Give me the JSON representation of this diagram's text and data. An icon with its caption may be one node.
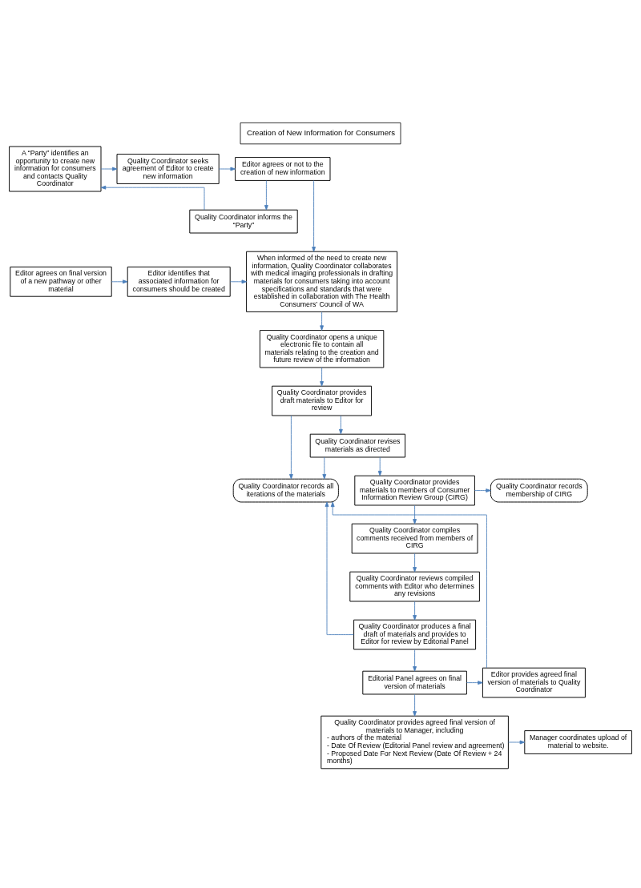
{
  "diagram": {
    "title": "Creation of New Information for Consumers",
    "nodes": [
      {
        "text": [
          "A “Party” identifies an opportunity to create new information for consumers and contacts Quality Coordinator"
        ]
      },
      {
        "text": [
          "Quality Coordinator seeks agreement of Editor to create new information"
        ]
      },
      {
        "text": [
          "Editor agrees or not to the creation of new information"
        ]
      },
      {
        "text": [
          "Quality Coordinator informs the “Party”"
        ]
      },
      {
        "text": [
          "When informed of the need to create new information, Quality Coordinator collaborates with medical imaging professionals in drafting materials for consumers taking into account specifications and standards that were established in collaboration with The Health Consumers’ Council of WA"
        ]
      },
      {
        "text": [
          "Editor agrees on final version of a new pathway or other material"
        ]
      },
      {
        "text": [
          "Editor identifies that associated information for consumers should be created"
        ]
      },
      {
        "text": [
          "Quality Coordinator opens a unique electronic file to contain all materials relating to the creation and future review of the information"
        ]
      },
      {
        "text": [
          "Quality Coordinator provides draft materials to Editor for review"
        ]
      },
      {
        "text": [
          "Quality Coordinator revises materials as directed"
        ]
      },
      {
        "text": [
          "Quality Coordinator records all iterations of the materials"
        ]
      },
      {
        "text": [
          "Quality Coordinator records membership of CIRG"
        ]
      },
      {
        "text": [
          "Quality Coordinator provides materials to members of Consumer Information Review Group (CIRG)"
        ]
      },
      {
        "text": [
          "Quality Coordinator compiles comments received from members of CIRG"
        ]
      },
      {
        "text": [
          "Quality Coordinator reviews compiled comments with Editor who determines any revisions"
        ]
      },
      {
        "text": [
          "Quality Coordinator produces a final draft of materials and provides to Editor for review by Editorial Panel"
        ]
      },
      {
        "text": [
          "Editor provides agreed final version of materials to Quality Coordinator"
        ]
      },
      {
        "text": [
          "Editorial Panel agrees on final version of materials"
        ]
      },
      {
        "text": [
          "Manager coordinates upload of material to website."
        ]
      },
      {
        "text": [
          "Quality Coordinator provides agreed final version of materials to Manager, including",
          "- authors of the material",
          "- Date Of Review (Editorial Panel review and agreement)",
          "- Proposed Date For Next Review (Date Of Review + 24 months)"
        ]
      }
    ],
    "edges": [
      {
        "from": 0,
        "to": 1,
        "arrow": "to"
      },
      {
        "from": 1,
        "to": 2,
        "arrow": "to"
      },
      {
        "from": 2,
        "to": 3,
        "arrow": "to"
      },
      {
        "from": 3,
        "to": 0,
        "arrow": "to"
      },
      {
        "from": 2,
        "to": 4,
        "arrow": "to"
      },
      {
        "from": 5,
        "to": 6,
        "arrow": "to"
      },
      {
        "from": 6,
        "to": 4,
        "arrow": "to"
      },
      {
        "from": 4,
        "to": 7,
        "arrow": "to"
      },
      {
        "from": 7,
        "to": 8,
        "arrow": "to"
      },
      {
        "from": 8,
        "to": 10,
        "arrow": "to"
      },
      {
        "from": 8,
        "to": 9,
        "arrow": "to"
      },
      {
        "from": 9,
        "to": 10,
        "arrow": "to"
      },
      {
        "from": 9,
        "to": 12,
        "arrow": "to"
      },
      {
        "from": 12,
        "to": 11,
        "arrow": "to"
      },
      {
        "from": 12,
        "to": 13,
        "arrow": "to"
      },
      {
        "from": 13,
        "to": 14,
        "arrow": "to"
      },
      {
        "from": 14,
        "to": 15,
        "arrow": "to"
      },
      {
        "from": 15,
        "to": 10,
        "arrow": "to"
      },
      {
        "from": 16,
        "to": 10,
        "arrow": "to"
      },
      {
        "from": 15,
        "to": 17,
        "arrow": "to"
      },
      {
        "from": 17,
        "to": 16,
        "arrow": "to"
      },
      {
        "from": 17,
        "to": 19,
        "arrow": "to"
      },
      {
        "from": 19,
        "to": 18,
        "arrow": "to"
      }
    ]
  }
}
